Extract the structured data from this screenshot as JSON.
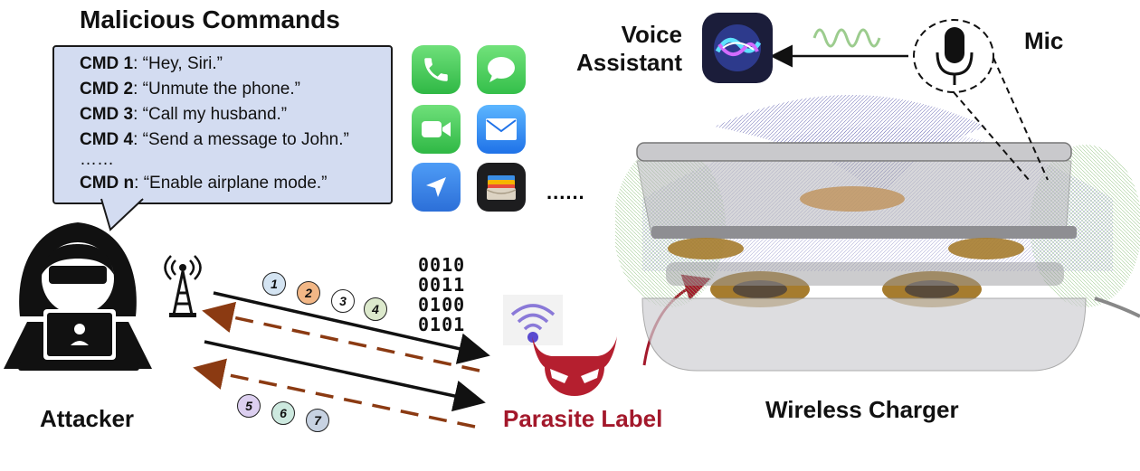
{
  "title": "Malicious Commands",
  "commands": [
    {
      "label": "CMD 1",
      "text": ": “Hey, Siri.”"
    },
    {
      "label": "CMD 2",
      "text": ": “Unmute the phone.”"
    },
    {
      "label": "CMD 3",
      "text": ": “Call my husband.”"
    },
    {
      "label": "CMD 4",
      "text": ": “Send a message to John.”"
    },
    {
      "label": "",
      "text": "……"
    },
    {
      "label": "CMD n",
      "text": ": “Enable airplane mode.”"
    }
  ],
  "apps_ellipsis": "......",
  "binary": [
    "0010",
    "0011",
    "0100",
    "0101"
  ],
  "steps_top": [
    "1",
    "2",
    "3",
    "4"
  ],
  "steps_bottom": [
    "5",
    "6",
    "7"
  ],
  "labels": {
    "attacker": "Attacker",
    "parasite": "Parasite Label",
    "charger": "Wireless Charger",
    "voice_assistant_line1": "Voice",
    "voice_assistant_line2": "Assistant",
    "mic": "Mic"
  },
  "colors": {
    "bubble": "#d3dcf1",
    "parasite_text": "#a3182b",
    "dashed_arrow": "#8b3a12",
    "step1": "#d4e4f2",
    "step2": "#f2b786",
    "step3": "#ffffff",
    "step4": "#dce9cc",
    "step5": "#dccff0",
    "step6": "#cde9df",
    "step7": "#c7d2e2"
  },
  "icons": [
    "phone-app-icon",
    "messages-app-icon",
    "facetime-app-icon",
    "mail-app-icon",
    "maps-app-icon",
    "wallet-app-icon",
    "siri-icon",
    "microphone-icon",
    "hacker-icon",
    "antenna-icon",
    "wifi-icon",
    "devil-icon"
  ]
}
